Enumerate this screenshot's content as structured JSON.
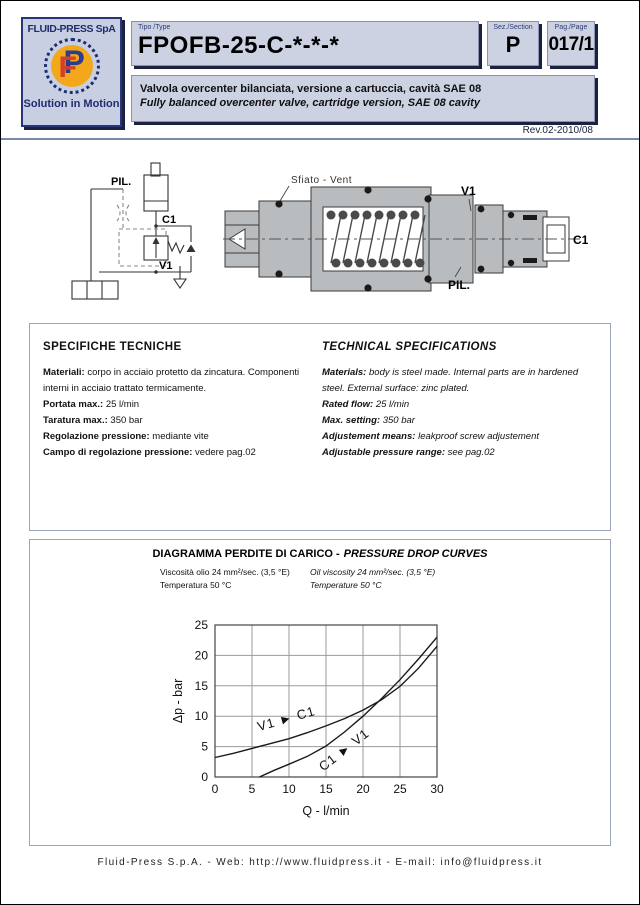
{
  "logo": {
    "company": "FLUID-PRESS SpA",
    "tagline": "Solution in Motion",
    "monogram_p": "P",
    "monogram_f": "F",
    "colors": {
      "navy": "#1e2d6e",
      "orange": "#f3a81c",
      "red": "#d64026"
    }
  },
  "header": {
    "type_label": "Tipo /Type",
    "model": "FPOFB-25-C-*-*-*",
    "section_label": "Sez./Section",
    "section": "P",
    "page_label": "Pag./Page",
    "page": "017/1",
    "description_it": "Valvola overcenter bilanciata, versione a cartuccia, cavità SAE 08",
    "description_en": "Fully balanced overcenter valve, cartridge version, SAE 08 cavity",
    "revision": "Rev.02-2010/08"
  },
  "drawings": {
    "schematic": {
      "pil": "PIL.",
      "c1": "C1",
      "v1": "V1"
    },
    "section_view": {
      "vent": "Sfiato - Vent",
      "v1": "V1",
      "c1": "C1",
      "pil": "PIL."
    }
  },
  "specs": {
    "it": {
      "title": "SPECIFICHE TECNICHE",
      "rows": [
        {
          "label": "Materiali:",
          "text": " corpo in acciaio protetto da zincatura. Componenti interni in acciaio trattato termicamente."
        },
        {
          "label": "Portata max.:",
          "text": " 25 l/min"
        },
        {
          "label": "Taratura max.:",
          "text": " 350 bar"
        },
        {
          "label": "Regolazione pressione:",
          "text": " mediante vite"
        },
        {
          "label": "Campo di regolazione pressione:",
          "text": " vedere pag.02"
        }
      ]
    },
    "en": {
      "title": "TECHNICAL SPECIFICATIONS",
      "rows": [
        {
          "label": "Materials:",
          "text": " body is steel made. Internal parts are in hardened steel. External surface: zinc plated."
        },
        {
          "label": "Rated flow:",
          "text": " 25 l/min"
        },
        {
          "label": "Max. setting:",
          "text": " 350 bar"
        },
        {
          "label": "Adjustement means:",
          "text": " leakproof screw adjustement"
        },
        {
          "label": "Adjustable pressure range:",
          "text": " see pag.02"
        }
      ]
    }
  },
  "chart_header": {
    "title_it": "DIAGRAMMA PERDITE DI CARICO -",
    "title_en": "PRESSURE DROP CURVES",
    "cond_it_1": "Viscosità olio 24 mm²/sec. (3,5 °E)",
    "cond_it_2": "Temperatura 50 °C",
    "cond_en_1": "Oil viscosity 24 mm²/sec. (3,5 °E)",
    "cond_en_2": "Temperature 50 °C"
  },
  "chart_data": {
    "type": "line",
    "title": "DIAGRAMMA PERDITE DI CARICO - PRESSURE DROP CURVES",
    "xlabel": "Q - l/min",
    "ylabel": "Δp - bar",
    "xlim": [
      0,
      30
    ],
    "ylim": [
      0,
      25
    ],
    "xticks": [
      0,
      5,
      10,
      15,
      20,
      25,
      30
    ],
    "yticks": [
      0,
      5,
      10,
      15,
      20,
      25
    ],
    "grid": true,
    "legend_position": "inline-annotations",
    "series": [
      {
        "name": "V1 ► C1",
        "points": [
          [
            0,
            3.2
          ],
          [
            2.5,
            3.9
          ],
          [
            5,
            4.7
          ],
          [
            7.5,
            5.5
          ],
          [
            10,
            6.3
          ],
          [
            12.5,
            7.3
          ],
          [
            15,
            8.4
          ],
          [
            17.5,
            9.6
          ],
          [
            20,
            11.0
          ],
          [
            22.5,
            12.7
          ],
          [
            25,
            14.9
          ],
          [
            27.5,
            17.9
          ],
          [
            30,
            21.5
          ]
        ]
      },
      {
        "name": "C1 ► V1",
        "points": [
          [
            6,
            0
          ],
          [
            8,
            1.1
          ],
          [
            10,
            2.1
          ],
          [
            12.5,
            3.4
          ],
          [
            15,
            5.1
          ],
          [
            17.5,
            7.4
          ],
          [
            20,
            10.0
          ],
          [
            22.5,
            12.9
          ],
          [
            25,
            16.0
          ],
          [
            27.5,
            19.4
          ],
          [
            30,
            23.0
          ]
        ]
      }
    ],
    "annotations": [
      {
        "text": "V1 ► C1",
        "x": 9.8,
        "y": 8.9,
        "rotate": -16
      },
      {
        "text": "C1 ► V1",
        "x": 17.8,
        "y": 3.9,
        "rotate": -38
      }
    ]
  },
  "footer": {
    "line": "Fluid-Press S.p.A. - Web: http://www.fluidpress.it - E-mail: info@fluidpress.it"
  }
}
